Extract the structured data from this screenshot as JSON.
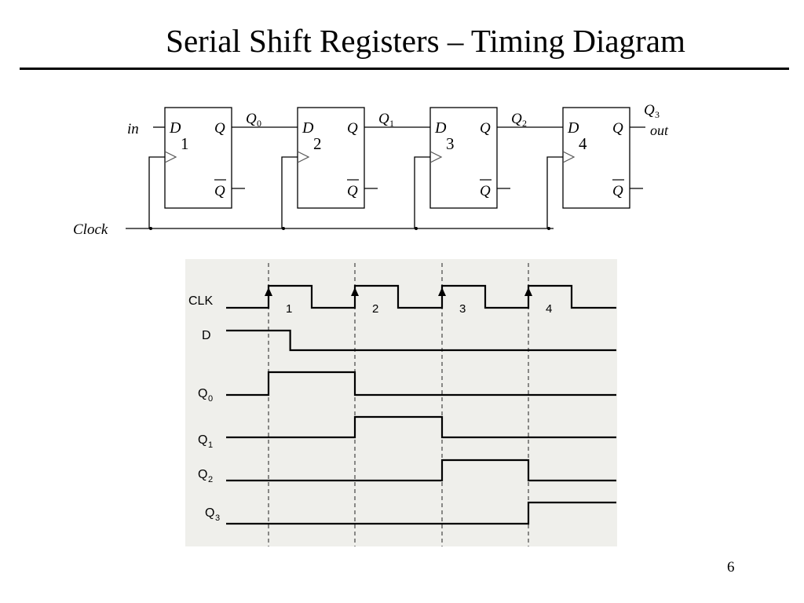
{
  "title": "Serial Shift Registers – Timing Diagram",
  "page_number": "6",
  "circuit": {
    "input_label": "in",
    "output_label": "out",
    "clock_label": "Clock",
    "flip_flops": [
      {
        "d": "D",
        "index": "1",
        "q": "Q",
        "qbar": "Q",
        "out": "Q",
        "out_sub": "0"
      },
      {
        "d": "D",
        "index": "2",
        "q": "Q",
        "qbar": "Q",
        "out": "Q",
        "out_sub": "1"
      },
      {
        "d": "D",
        "index": "3",
        "q": "Q",
        "qbar": "Q",
        "out": "Q",
        "out_sub": "2"
      },
      {
        "d": "D",
        "index": "4",
        "q": "Q",
        "qbar": "Q",
        "out": "Q",
        "out_sub": "3"
      }
    ]
  },
  "timing": {
    "clock_pulse_labels": [
      "1",
      "2",
      "3",
      "4"
    ],
    "background": "#efefeb",
    "signals": [
      {
        "label": "CLK",
        "sub": "",
        "type": "clock"
      },
      {
        "label": "D",
        "sub": "",
        "levels": [
          1,
          0,
          0,
          0,
          0
        ],
        "fall_at": 1.25
      },
      {
        "label": "Q",
        "sub": "0",
        "levels": [
          0,
          1,
          0,
          0,
          0
        ]
      },
      {
        "label": "Q",
        "sub": "1",
        "levels": [
          0,
          0,
          1,
          0,
          0
        ]
      },
      {
        "label": "Q",
        "sub": "2",
        "levels": [
          0,
          0,
          0,
          1,
          0
        ]
      },
      {
        "label": "Q",
        "sub": "3",
        "levels": [
          0,
          0,
          0,
          0,
          1
        ]
      }
    ]
  }
}
